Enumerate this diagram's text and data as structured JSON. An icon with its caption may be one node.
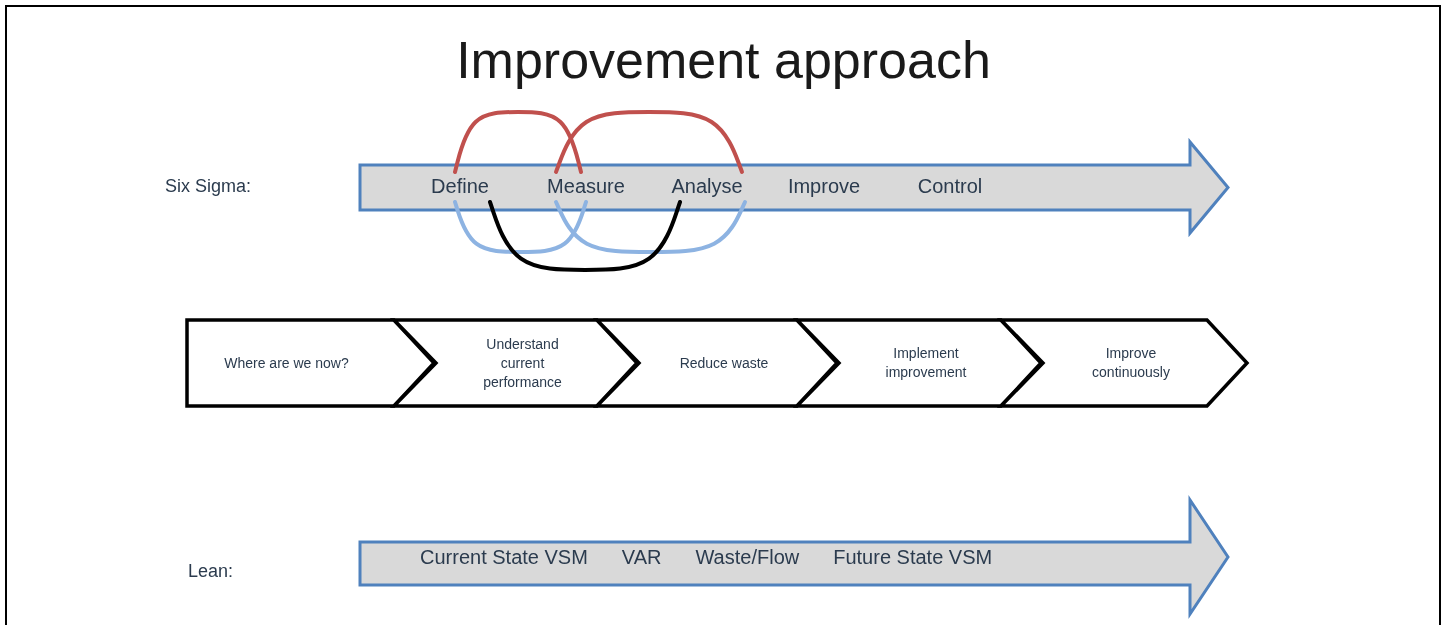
{
  "diagram": {
    "title": "Improvement approach",
    "nodes": [
      {
        "text": [],
        "shape": "arrow"
      },
      {
        "text": [
          "Define"
        ],
        "in": 0
      },
      {
        "text": [
          "Measure"
        ],
        "in": 0
      },
      {
        "text": [
          "Analyse"
        ],
        "in": 0
      },
      {
        "text": [
          "Improve"
        ],
        "in": 0
      },
      {
        "text": [
          "Control"
        ],
        "in": 0
      },
      {
        "text": [
          "Where are we now?"
        ]
      },
      {
        "text": [
          "Understand current performance"
        ]
      },
      {
        "text": [
          "Reduce waste"
        ]
      },
      {
        "text": [
          "Implement improvement"
        ]
      },
      {
        "text": [
          "Improve continuously"
        ]
      },
      {
        "text": [
          "Current State VSM",
          "VAR",
          "Waste/Flow",
          "Future State VSM"
        ]
      }
    ],
    "edges": [
      {
        "from": 1,
        "to": 2,
        "arrow": "none",
        "color": "#c0504d"
      },
      {
        "from": 2,
        "to": 3,
        "arrow": "none",
        "color": "#c0504d"
      },
      {
        "from": 1,
        "to": 2,
        "arrow": "none",
        "color": "#8db3e2"
      },
      {
        "from": 2,
        "to": 3,
        "arrow": "none",
        "color": "#8db3e2"
      },
      {
        "from": 1,
        "to": 3,
        "arrow": "none",
        "color": "#000000"
      }
    ],
    "labels": [
      "Six Sigma:",
      "Lean:"
    ]
  }
}
